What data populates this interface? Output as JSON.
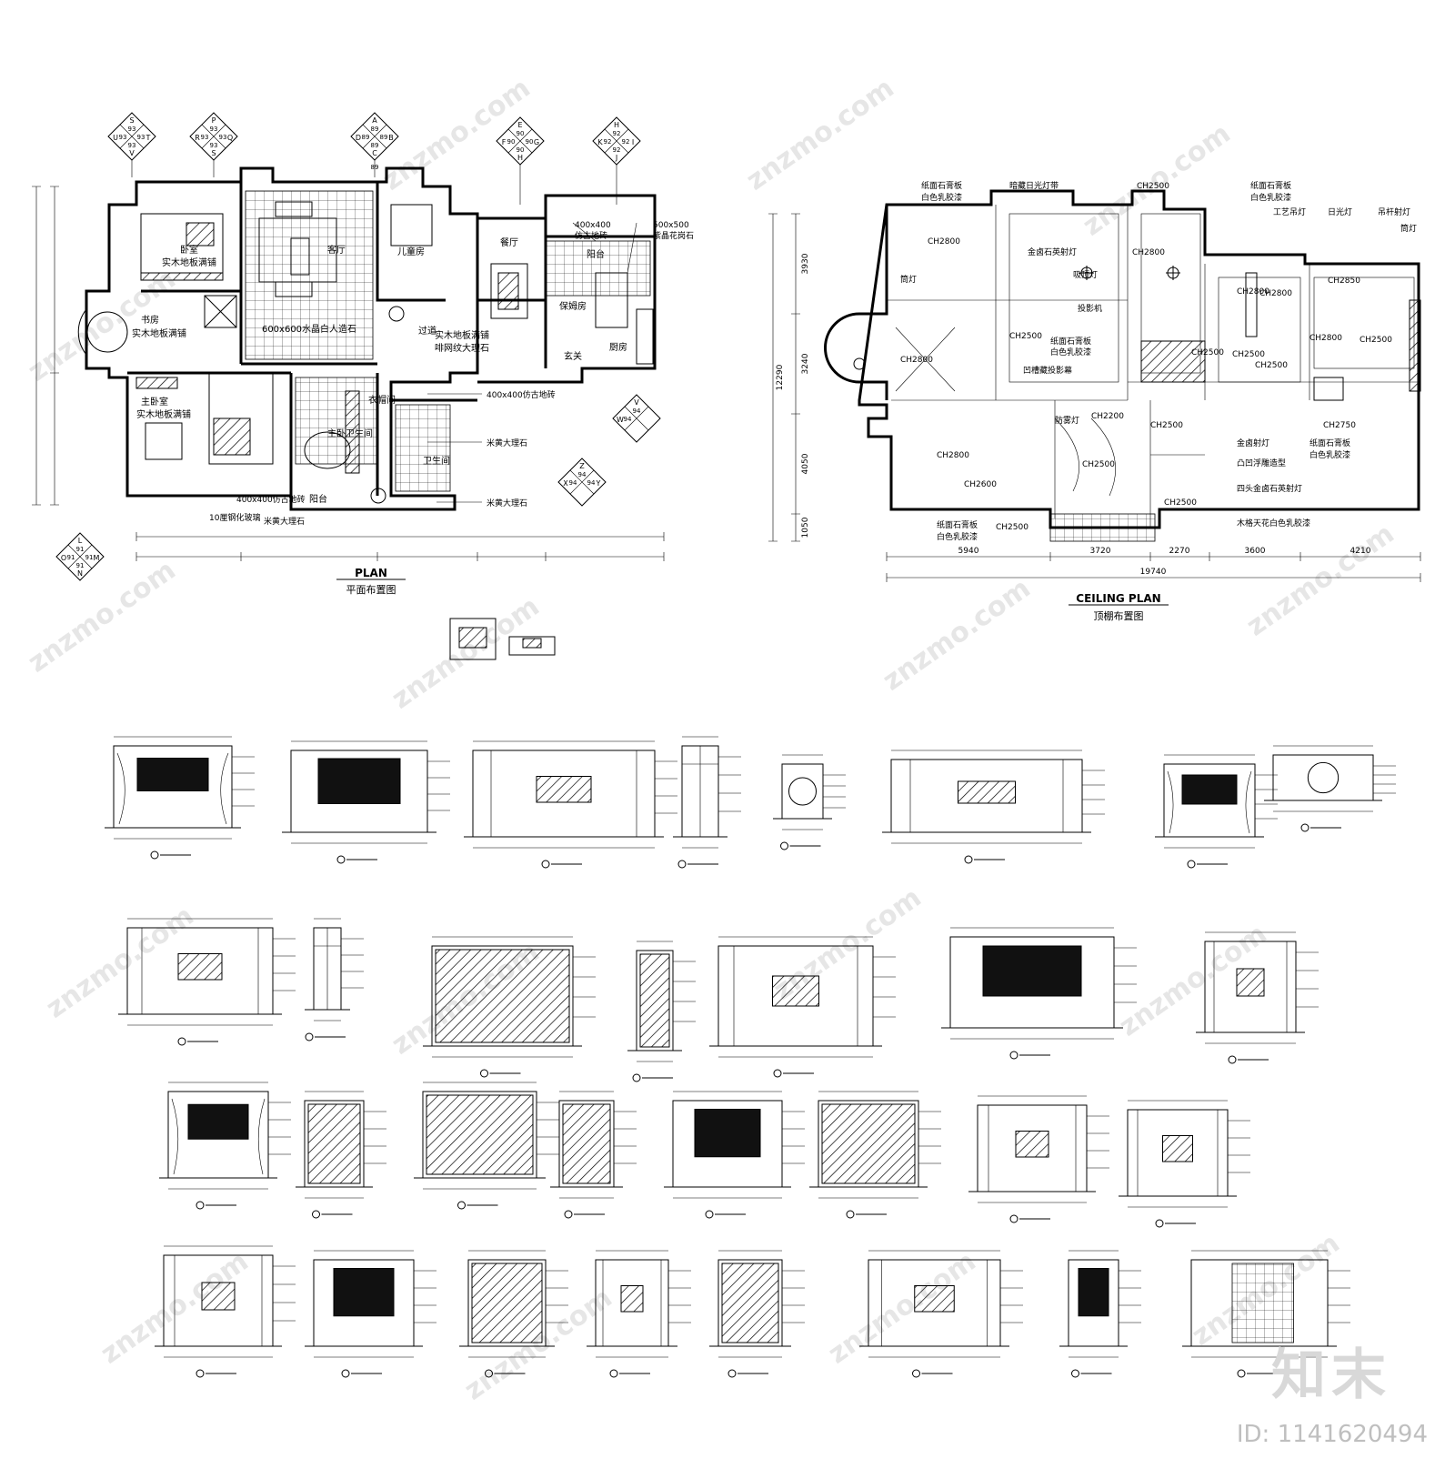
{
  "plan": {
    "title": "PLAN",
    "subtitle": "平面布置图",
    "rooms": [
      "卧室",
      "实木地板满铺",
      "客厅",
      "儿童房",
      "餐厅",
      "阳台",
      "书房",
      "实木地板满铺",
      "600x600水晶白人造石",
      "过道",
      "保姆房",
      "厨房",
      "实木地板满铺",
      "啡网纹大理石",
      "玄关",
      "主卧室",
      "实木地板满铺",
      "衣帽间",
      "主卧卫生间",
      "卫生间",
      "阳台"
    ],
    "callouts": [
      "400x400",
      "仿古地砖",
      "500x500",
      "紫晶花岗石",
      "400x400仿古地砖",
      "米黄大理石",
      "米黄大理石",
      "400x400仿古地砖",
      "米黄大理石",
      "10厘钢化玻璃"
    ],
    "markers": [
      {
        "letters": [
          "S",
          "U",
          "T",
          "V"
        ],
        "nums": [
          "93",
          "93",
          "93",
          "93"
        ]
      },
      {
        "letters": [
          "P",
          "R",
          "Q",
          "S"
        ],
        "nums": [
          "93",
          "93",
          "93",
          "93"
        ]
      },
      {
        "letters": [
          "A",
          "D",
          "B",
          "C"
        ],
        "nums": [
          "89",
          "89",
          "89",
          "89",
          "89"
        ]
      },
      {
        "letters": [
          "E",
          "F",
          "G",
          "H"
        ],
        "nums": [
          "90",
          "90",
          "90",
          "90"
        ]
      },
      {
        "letters": [
          "H",
          "K",
          "I",
          "J"
        ],
        "nums": [
          "92",
          "92",
          "92",
          "92"
        ]
      },
      {
        "letters": [
          "V",
          "W"
        ],
        "nums": [
          "94",
          "94"
        ]
      },
      {
        "letters": [
          "Z",
          "X",
          "Y"
        ],
        "nums": [
          "94",
          "94",
          "94"
        ]
      },
      {
        "letters": [
          "L",
          "O",
          "M",
          "N"
        ],
        "nums": [
          "91",
          "91",
          "91",
          "91"
        ]
      }
    ]
  },
  "ceiling": {
    "title": "CEILING PLAN",
    "subtitle": "顶棚布置图",
    "labels": [
      "纸面石膏板",
      "白色乳胶漆",
      "暗藏日光灯带",
      "CH2500",
      "纸面石膏板",
      "白色乳胶漆",
      "工艺吊灯",
      "日光灯",
      "吊杆射灯",
      "筒灯",
      "CH2800",
      "金卤石英射灯",
      "吸顶灯",
      "CH2800",
      "CH2800",
      "CH2850",
      "筒灯",
      "CH2800",
      "投影机",
      "CH2500",
      "CH2500",
      "纸面石膏板",
      "白色乳胶漆",
      "CH2500",
      "CH2800",
      "CH2800",
      "CH2500",
      "CH2500",
      "凹槽藏投影幕",
      "CH2200",
      "CH2500",
      "CH2750",
      "防雾灯",
      "金卤射灯",
      "纸面石膏板",
      "白色乳胶漆",
      "CH2800",
      "CH2500",
      "凸凹浮雕造型",
      "CH2600",
      "四头金卤石英射灯",
      "CH2500",
      "纸面石膏板",
      "白色乳胶漆",
      "CH2500",
      "木格天花白色乳胶漆"
    ],
    "dims_h": [
      "5940",
      "3720",
      "2270",
      "3600",
      "4210"
    ],
    "total_h": "19740",
    "dims_v": [
      "3930",
      "3240",
      "4050",
      "1050"
    ],
    "total_v": "12290"
  },
  "sheet": {
    "watermark": "znzmo.com",
    "brand": "知末",
    "image_id": "ID: 1141620494"
  }
}
